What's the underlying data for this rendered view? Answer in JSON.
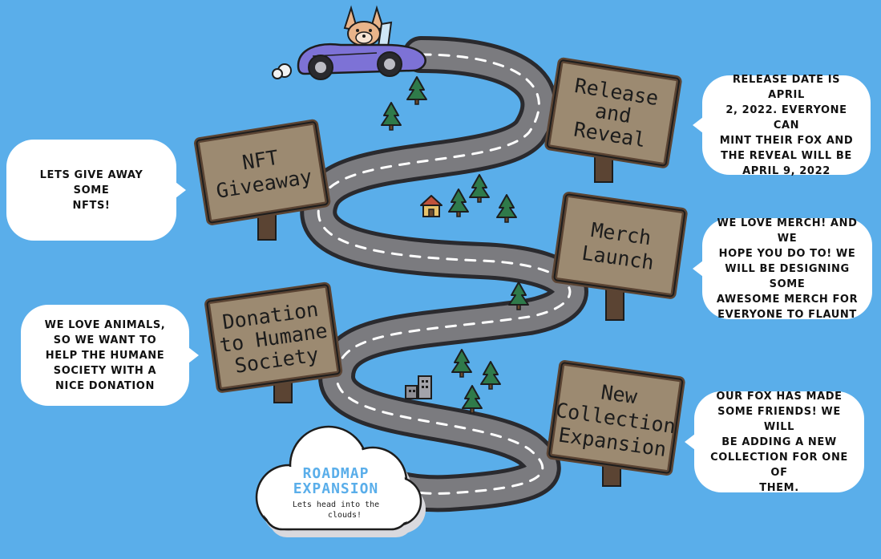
{
  "signs": {
    "release": [
      "Release",
      "and",
      "Reveal"
    ],
    "nft": [
      "NFT",
      "Giveaway"
    ],
    "merch": [
      "Merch",
      "Launch"
    ],
    "donation": [
      "Donation",
      "to Humane",
      "Society"
    ],
    "collection": [
      "New",
      "Collection",
      "Expansion"
    ]
  },
  "bubbles": {
    "release": [
      "RELEASE DATE IS APRIL",
      "2, 2022. EVERYONE CAN",
      "MINT THEIR FOX AND",
      "THE REVEAL WILL BE",
      "APRIL 9, 2022"
    ],
    "nft": [
      "LETS GIVE AWAY",
      "SOME",
      "NFTS!"
    ],
    "merch": [
      "WE LOVE MERCH! AND WE",
      "HOPE YOU DO TO! WE",
      "WILL BE DESIGNING SOME",
      "AWESOME MERCH FOR",
      "EVERYONE TO FLAUNT"
    ],
    "donation": [
      "WE LOVE ANIMALS,",
      "SO WE WANT TO",
      "HELP THE HUMANE",
      "SOCIETY WITH A",
      "NICE DONATION"
    ],
    "collection": [
      "OUR FOX HAS MADE",
      "SOME FRIENDS! WE WILL",
      "BE ADDING A NEW",
      "COLLECTION FOR ONE OF",
      "THEM."
    ]
  },
  "cloud": {
    "title_line1": "ROADMAP",
    "title_line2": "EXPANSION",
    "subtitle_line1": "Lets head into the",
    "subtitle_line2": "clouds!"
  },
  "icons": [
    "fox-in-car-icon",
    "pine-tree-icon",
    "house-icon",
    "city-buildings-icon",
    "cloud-icon",
    "wooden-sign-icon"
  ],
  "colors": {
    "background": "#5aaeea",
    "road": "#7b7b7f",
    "road_edge": "#2a2a2e",
    "sign_wood": "#9c8a71",
    "sign_frame": "#5b4433",
    "tree": "#2f7a4a",
    "car": "#7d72d6"
  }
}
